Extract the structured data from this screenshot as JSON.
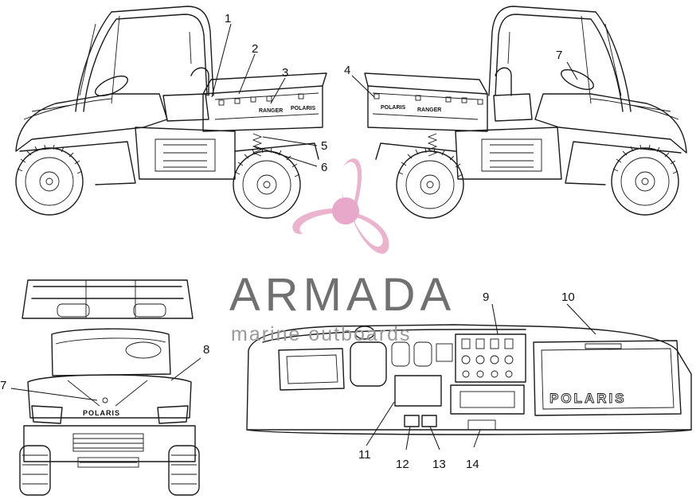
{
  "callouts": [
    "1",
    "2",
    "3",
    "4",
    "5",
    "6",
    "7",
    "7",
    "8",
    "9",
    "10",
    "11",
    "12",
    "13",
    "14"
  ],
  "decals": {
    "ranger_left": "RANGER",
    "polaris_left": "POLARIS",
    "polaris_right": "POLARIS",
    "ranger_right": "RANGER",
    "front_polaris": "POLARIS",
    "dash_polaris": "POLARIS"
  },
  "watermark": {
    "name": "ARMADA",
    "tagline": "marine outboards",
    "colors": {
      "logo_pink": "#e8a6c6",
      "logo_center": "#e39ac0",
      "text_gray": "#707070"
    }
  }
}
